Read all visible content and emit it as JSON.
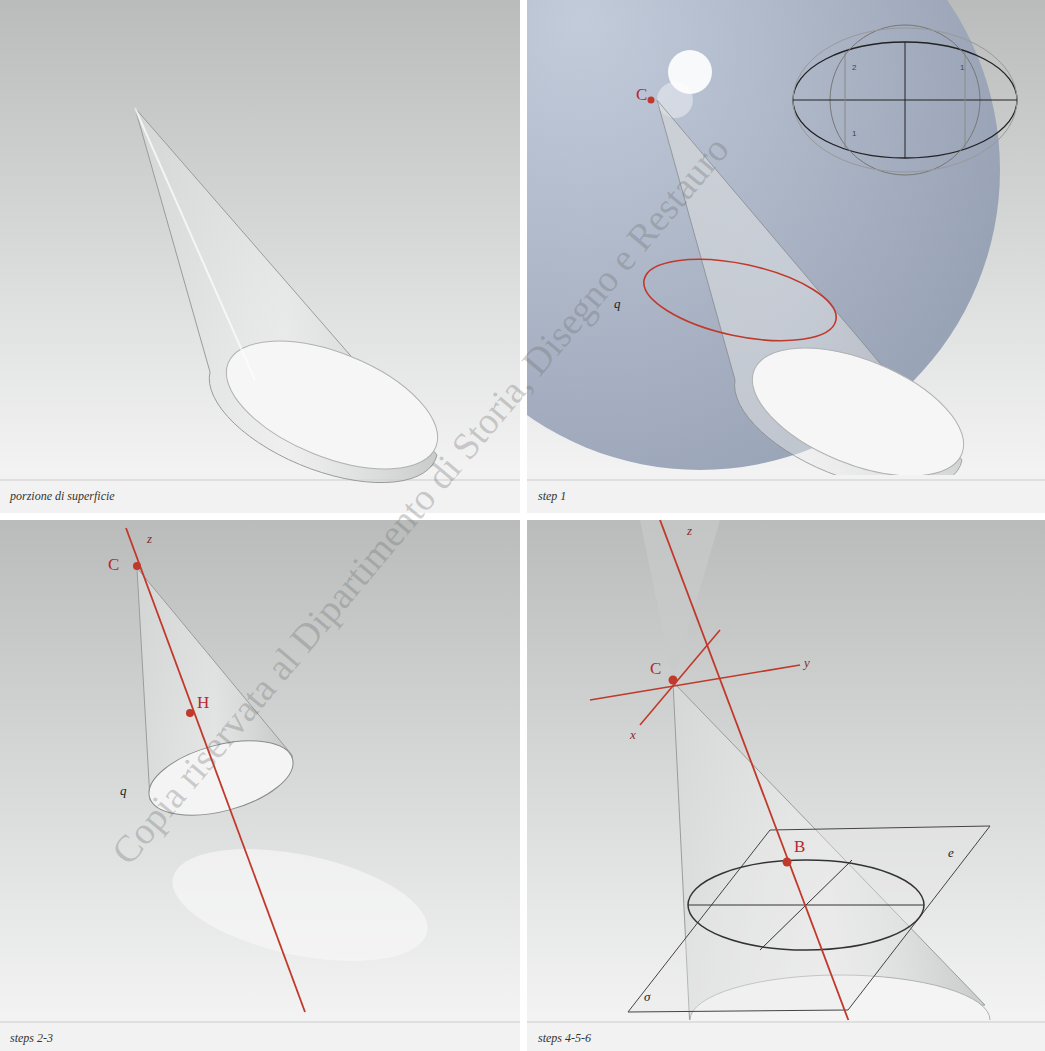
{
  "diagram": {
    "labels": [
      "porzione di superficie",
      "step 1",
      "C",
      "q",
      "steps 2-3",
      "z",
      "C",
      "H",
      "q",
      "steps 4-5-6",
      "z",
      "C",
      "y",
      "x",
      "B",
      "e",
      "σ",
      "2",
      "1",
      "1",
      "Copia riservata al Dipartimento di Storia, Disegno e Restauro"
    ]
  }
}
